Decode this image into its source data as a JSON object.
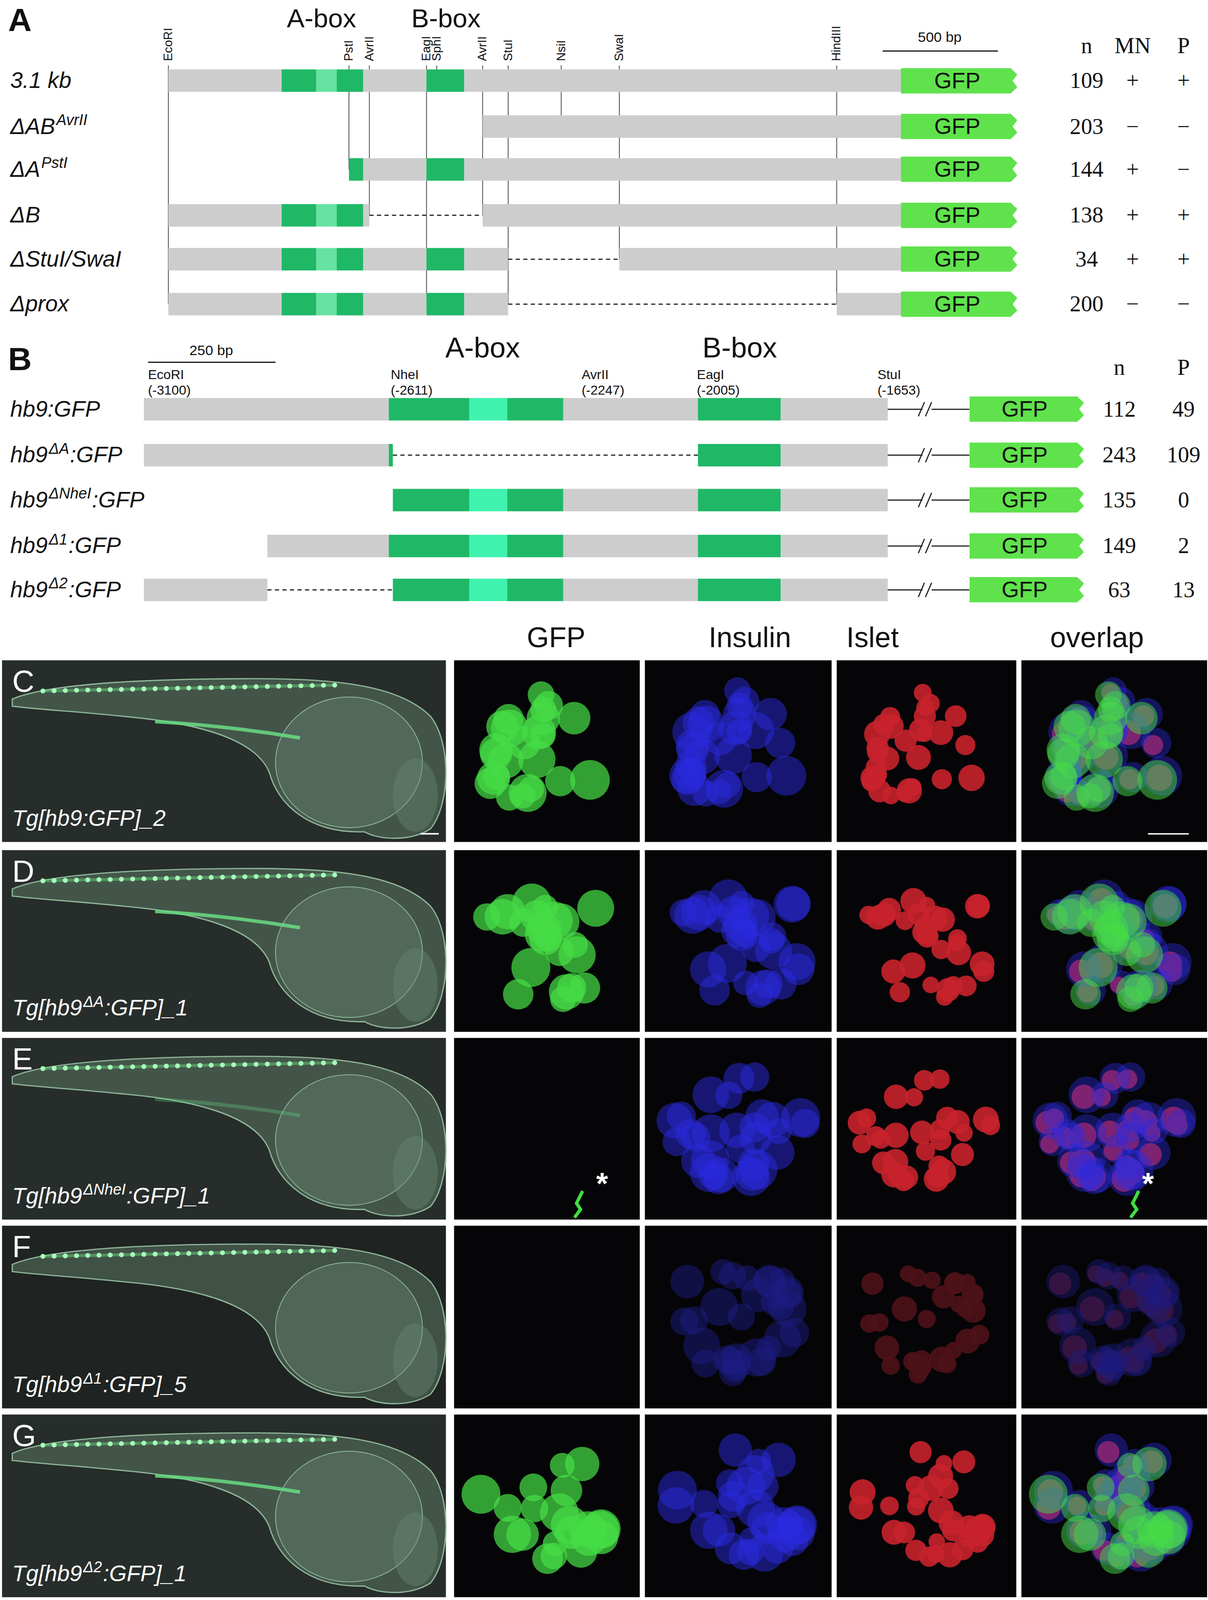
{
  "diagram": {
    "nodes": [
      {
        "text": [
          "GFP"
        ]
      },
      {
        "text": [
          "GFP"
        ]
      },
      {
        "text": [
          "GFP"
        ]
      },
      {
        "text": [
          "GFP"
        ]
      },
      {
        "text": [
          "GFP"
        ]
      },
      {
        "text": [
          "GFP"
        ]
      },
      {
        "text": [
          "GFP"
        ]
      },
      {
        "text": [
          "GFP"
        ]
      },
      {
        "text": [
          "GFP"
        ]
      },
      {
        "text": [
          "GFP"
        ]
      },
      {
        "text": [
          "GFP"
        ]
      }
    ],
    "labels": [
      "A",
      "A-box",
      "B-box",
      "EcoRI",
      "PstI",
      "AvrII",
      "EagI",
      "SphI",
      "AvrII",
      "StuI",
      "NsiI",
      "SwaI",
      "HindIII",
      "500 bp",
      "n",
      "MN",
      "P",
      "3.1 kb",
      "109",
      "+",
      "+",
      "ΔAB",
      "AvrII",
      "203",
      "−",
      "−",
      "ΔA",
      "PstI",
      "144",
      "+",
      "−",
      "ΔB",
      "138",
      "+",
      "+",
      "ΔStuI/SwaI",
      "34",
      "+",
      "+",
      "Δprox",
      "200",
      "−",
      "−",
      "B",
      "250 bp",
      "A-box",
      "B-box",
      "EcoRI",
      "(-3100)",
      "NheI",
      "(-2611)",
      "AvrII",
      "(-2247)",
      "EagI",
      "(-2005)",
      "StuI",
      "(-1653)",
      "n",
      "P",
      "hb9:GFP",
      "112",
      "49",
      "hb9",
      "ΔA",
      ":GFP",
      "243",
      "109",
      "hb9",
      "ΔNheI",
      ":GFP",
      "135",
      "0",
      "hb9",
      "Δ1",
      ":GFP",
      "149",
      "2",
      "hb9",
      "Δ2",
      ":GFP",
      "63",
      "13",
      "GFP",
      "Insulin",
      "Islet",
      "overlap",
      "C",
      "Tg[hb9:GFP]_2",
      "D",
      "Tg[hb9",
      "ΔA",
      ":GFP]_1",
      "E",
      "Tg[hb9",
      "ΔNheI",
      ":GFP]_1",
      "*",
      "*",
      "F",
      "Tg[hb9",
      "Δ1",
      ":GFP]_5",
      "G",
      "Tg[hb9",
      "Δ2",
      ":GFP]_1"
    ]
  }
}
